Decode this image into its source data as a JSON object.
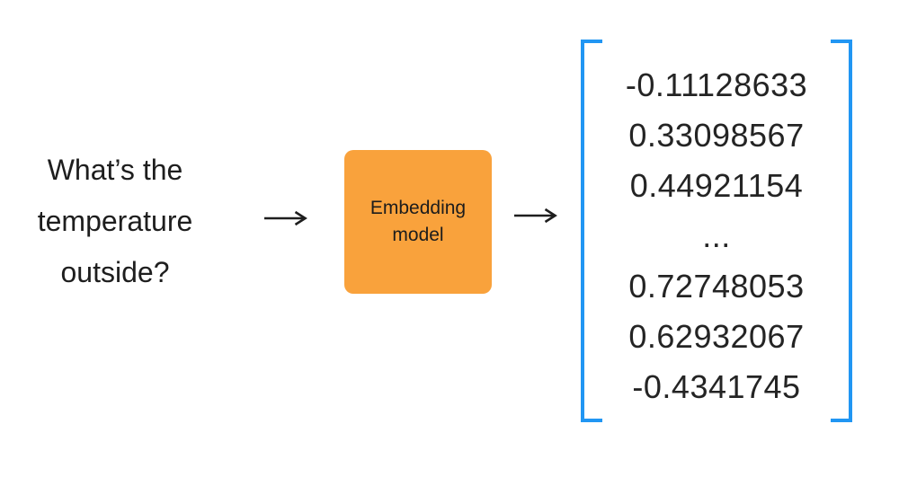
{
  "diagram": {
    "input_text": "What’s the\ntemperature\noutside?",
    "box_label": "Embedding\nmodel",
    "vector": {
      "values": [
        "-0.11128633",
        "0.33098567",
        "0.44921154",
        "...",
        "0.72748053",
        "0.62932067",
        "-0.4341745"
      ]
    },
    "colors": {
      "box-fill": "#F9A23C",
      "bracket-blue": "#2196F3",
      "ink": "#1E1E1E"
    }
  }
}
